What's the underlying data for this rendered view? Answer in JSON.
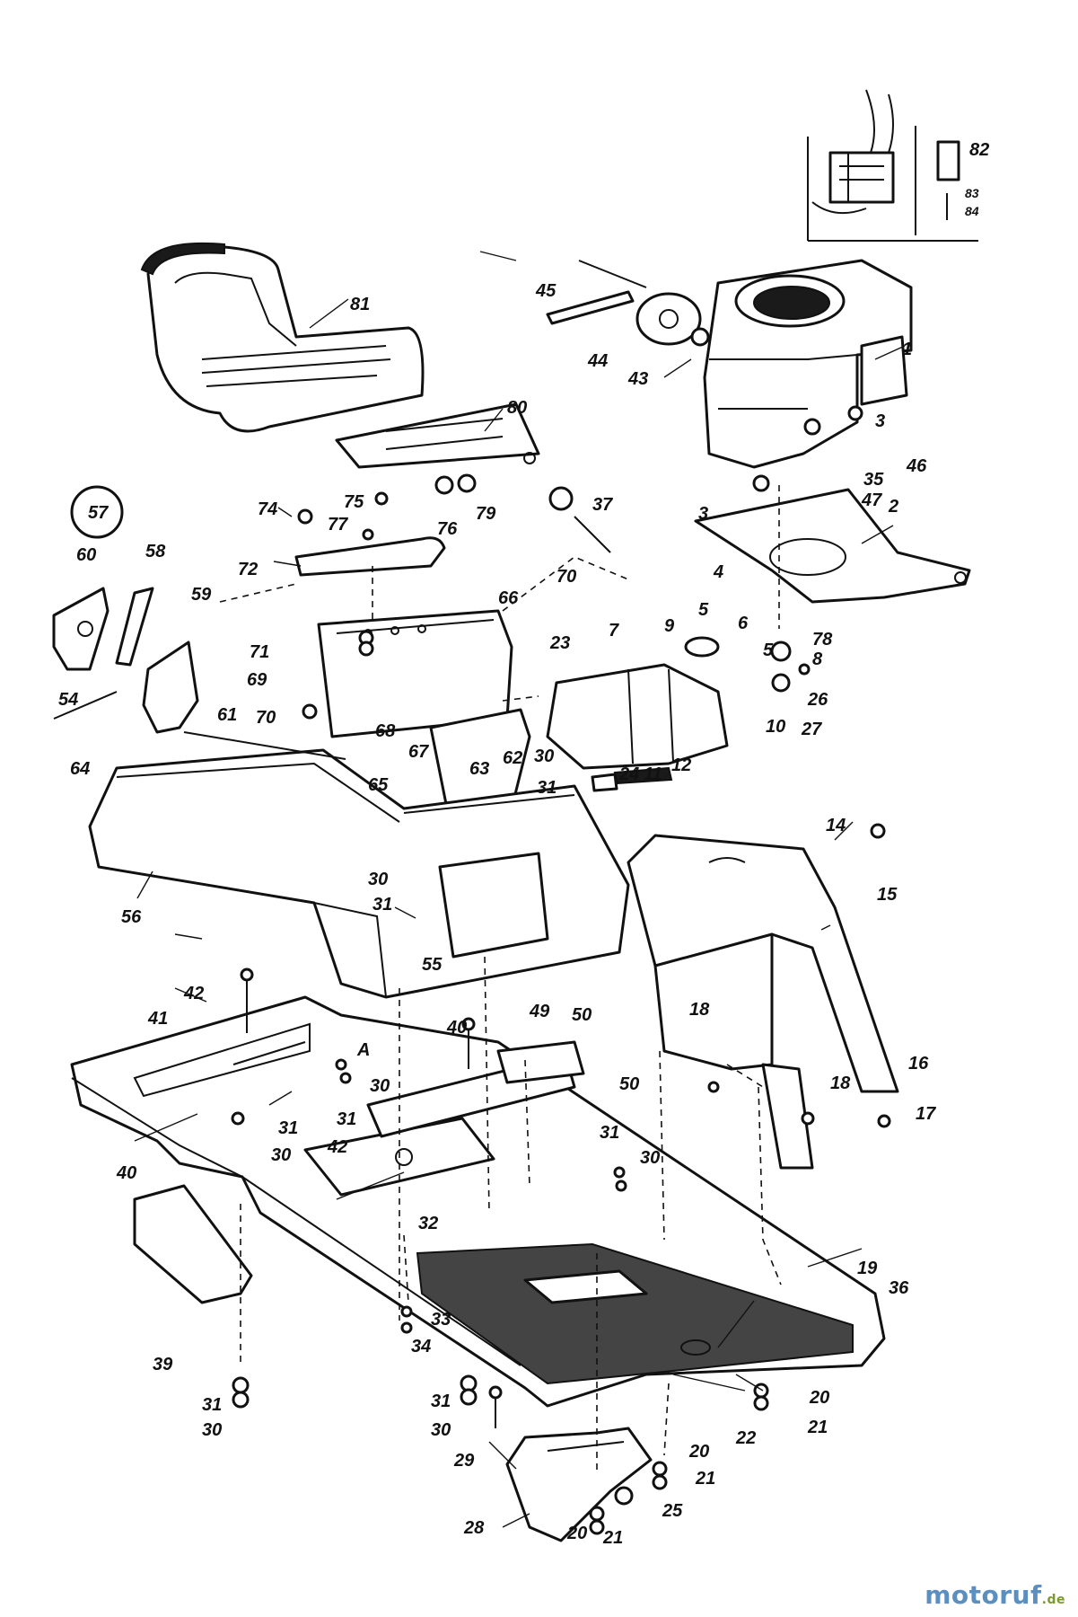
{
  "diagram": {
    "part_numbers": [
      "1",
      "2",
      "3",
      "4",
      "5",
      "6",
      "7",
      "8",
      "9",
      "10",
      "11",
      "12",
      "14",
      "15",
      "16",
      "17",
      "18",
      "19",
      "20",
      "21",
      "22",
      "23",
      "24",
      "25",
      "26",
      "27",
      "28",
      "29",
      "30",
      "31",
      "32",
      "33",
      "34",
      "35",
      "36",
      "37",
      "39",
      "40",
      "41",
      "42",
      "43",
      "44",
      "45",
      "46",
      "47",
      "49",
      "50",
      "54",
      "55",
      "56",
      "57",
      "58",
      "59",
      "60",
      "61",
      "62",
      "63",
      "64",
      "65",
      "66",
      "67",
      "68",
      "69",
      "70",
      "71",
      "72",
      "74",
      "75",
      "76",
      "77",
      "78",
      "79",
      "80",
      "81",
      "82",
      "83",
      "84",
      "A"
    ]
  },
  "watermark": {
    "brand": "motoruf",
    "tld": ".de"
  }
}
